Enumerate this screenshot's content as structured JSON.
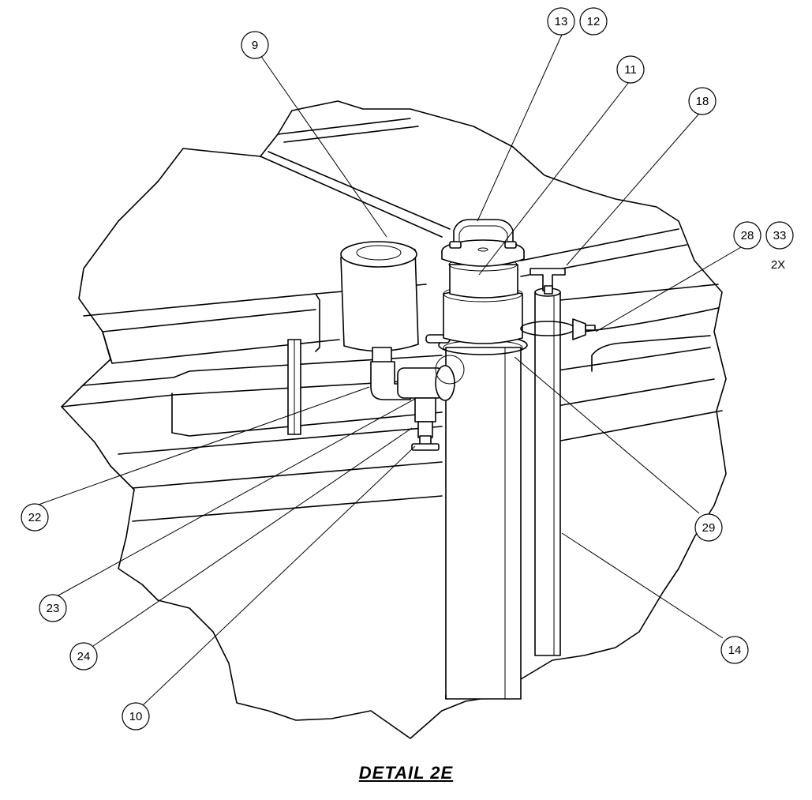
{
  "title": "DETAIL  2E",
  "callouts": [
    {
      "id": "c9",
      "label": "9"
    },
    {
      "id": "c13",
      "label": "13"
    },
    {
      "id": "c12",
      "label": "12"
    },
    {
      "id": "c11",
      "label": "11"
    },
    {
      "id": "c18",
      "label": "18"
    },
    {
      "id": "c28",
      "label": "28"
    },
    {
      "id": "c33",
      "label": "33"
    },
    {
      "id": "c22",
      "label": "22"
    },
    {
      "id": "c23",
      "label": "23"
    },
    {
      "id": "c24",
      "label": "24"
    },
    {
      "id": "c10",
      "label": "10"
    },
    {
      "id": "c29",
      "label": "29"
    },
    {
      "id": "c14",
      "label": "14"
    }
  ],
  "quantity_note": "2X"
}
